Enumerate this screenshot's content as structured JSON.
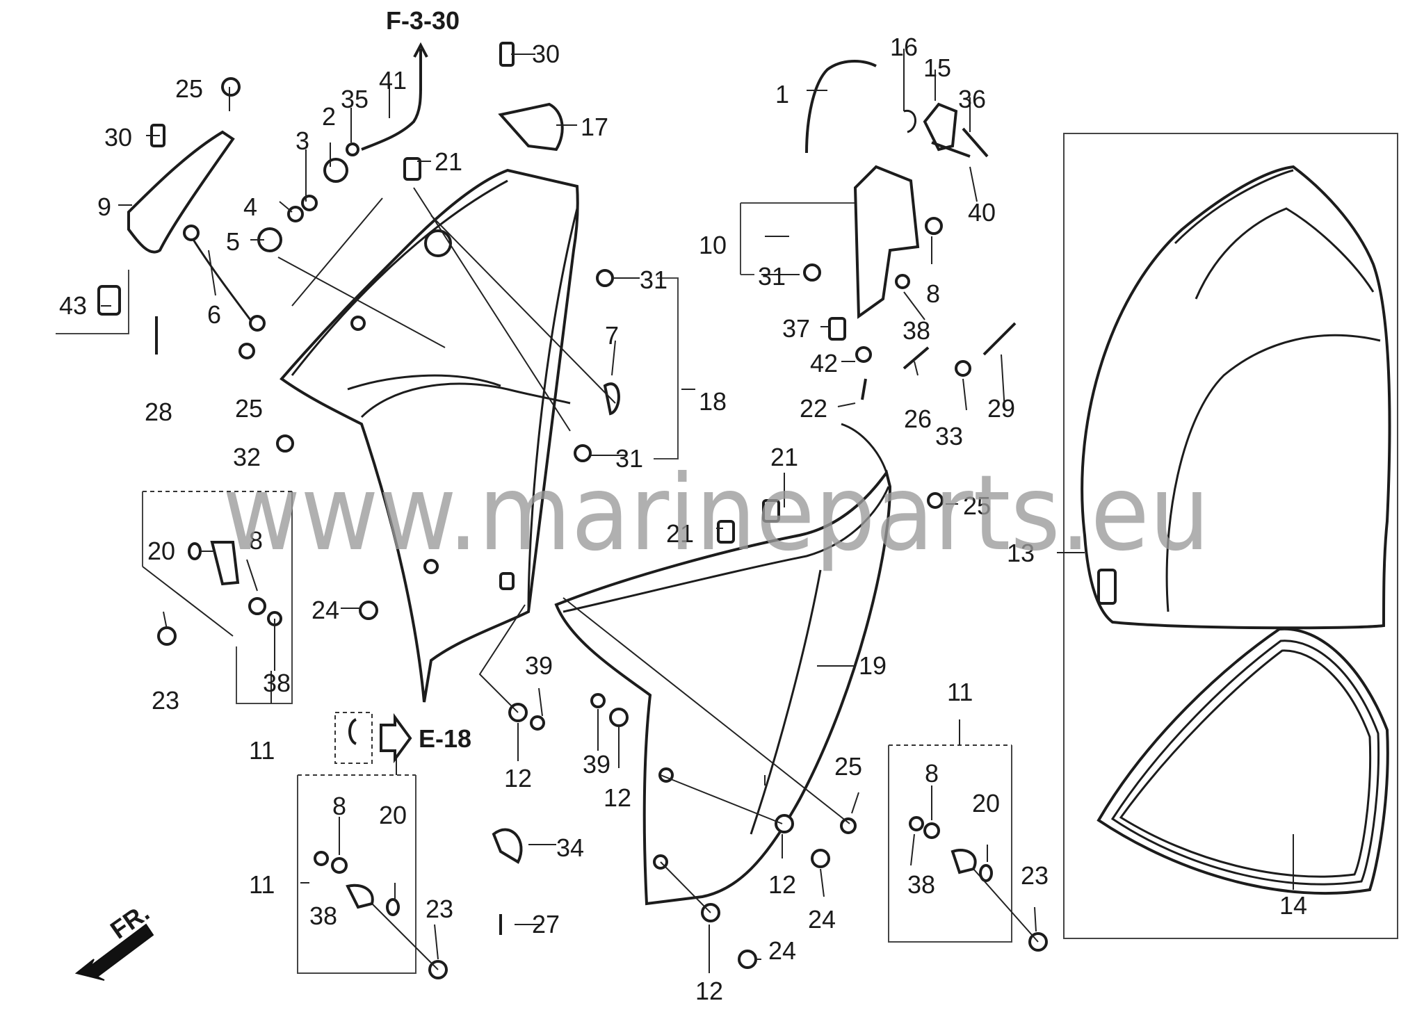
{
  "refs": {
    "f330": "F-3-30",
    "e18": "E-18",
    "fr": "FR."
  },
  "watermark": "www.marineparts.eu",
  "callouts": [
    "1",
    "2",
    "3",
    "4",
    "5",
    "6",
    "7",
    "8",
    "9",
    "10",
    "11",
    "12",
    "13",
    "14",
    "15",
    "16",
    "17",
    "18",
    "19",
    "20",
    "21",
    "22",
    "23",
    "24",
    "25",
    "26",
    "27",
    "28",
    "29",
    "30",
    "31",
    "32",
    "33",
    "34",
    "35",
    "36",
    "37",
    "38",
    "39",
    "40",
    "41",
    "42",
    "43"
  ]
}
